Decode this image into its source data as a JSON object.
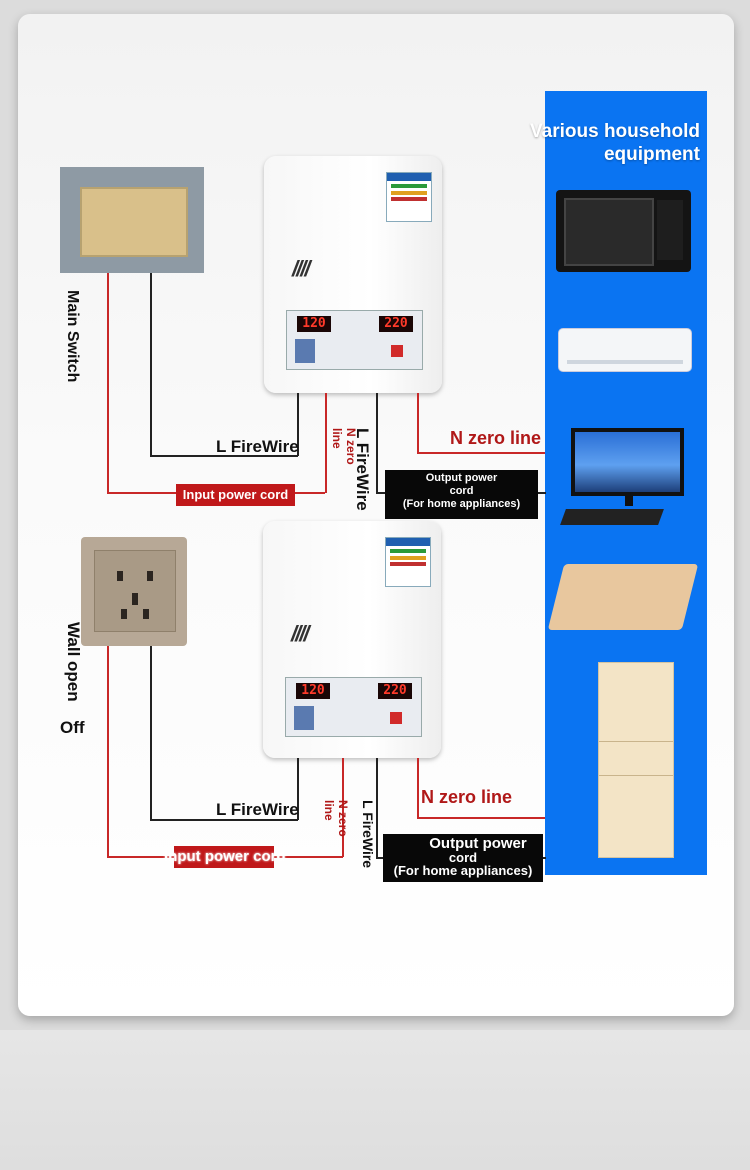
{
  "equipment_panel": {
    "title": "Various household equipment",
    "items": [
      "microwave",
      "air-conditioner",
      "monitor",
      "laptop",
      "refrigerator"
    ]
  },
  "diagram_top": {
    "source_label": "Main Switch",
    "l_wire": "L FireWire",
    "n_wire_vertical": "N zero line",
    "l_wire_vertical": "L FireWire",
    "n_zero_line": "N zero line",
    "input_label": "Input power cord",
    "output_label_1": "Output power",
    "output_label_2": "cord",
    "output_label_3": "(For home appliances)",
    "display_in": "120",
    "display_out": "220"
  },
  "diagram_bottom": {
    "source_label_1": "Wall open",
    "source_label_2": "Off",
    "l_wire": "L FireWire",
    "n_wire_vertical": "N zero line",
    "l_wire_vertical": "L FireWire",
    "n_zero_line": "N zero line",
    "input_label": "Input power cord",
    "output_label_1": "Output power",
    "output_label_2": "cord",
    "output_label_3": "(For home appliances)",
    "display_in": "120",
    "display_out": "220"
  },
  "colors": {
    "panel_blue": "#0a74f2",
    "wire_red": "#c82828",
    "label_red": "#b01818"
  }
}
